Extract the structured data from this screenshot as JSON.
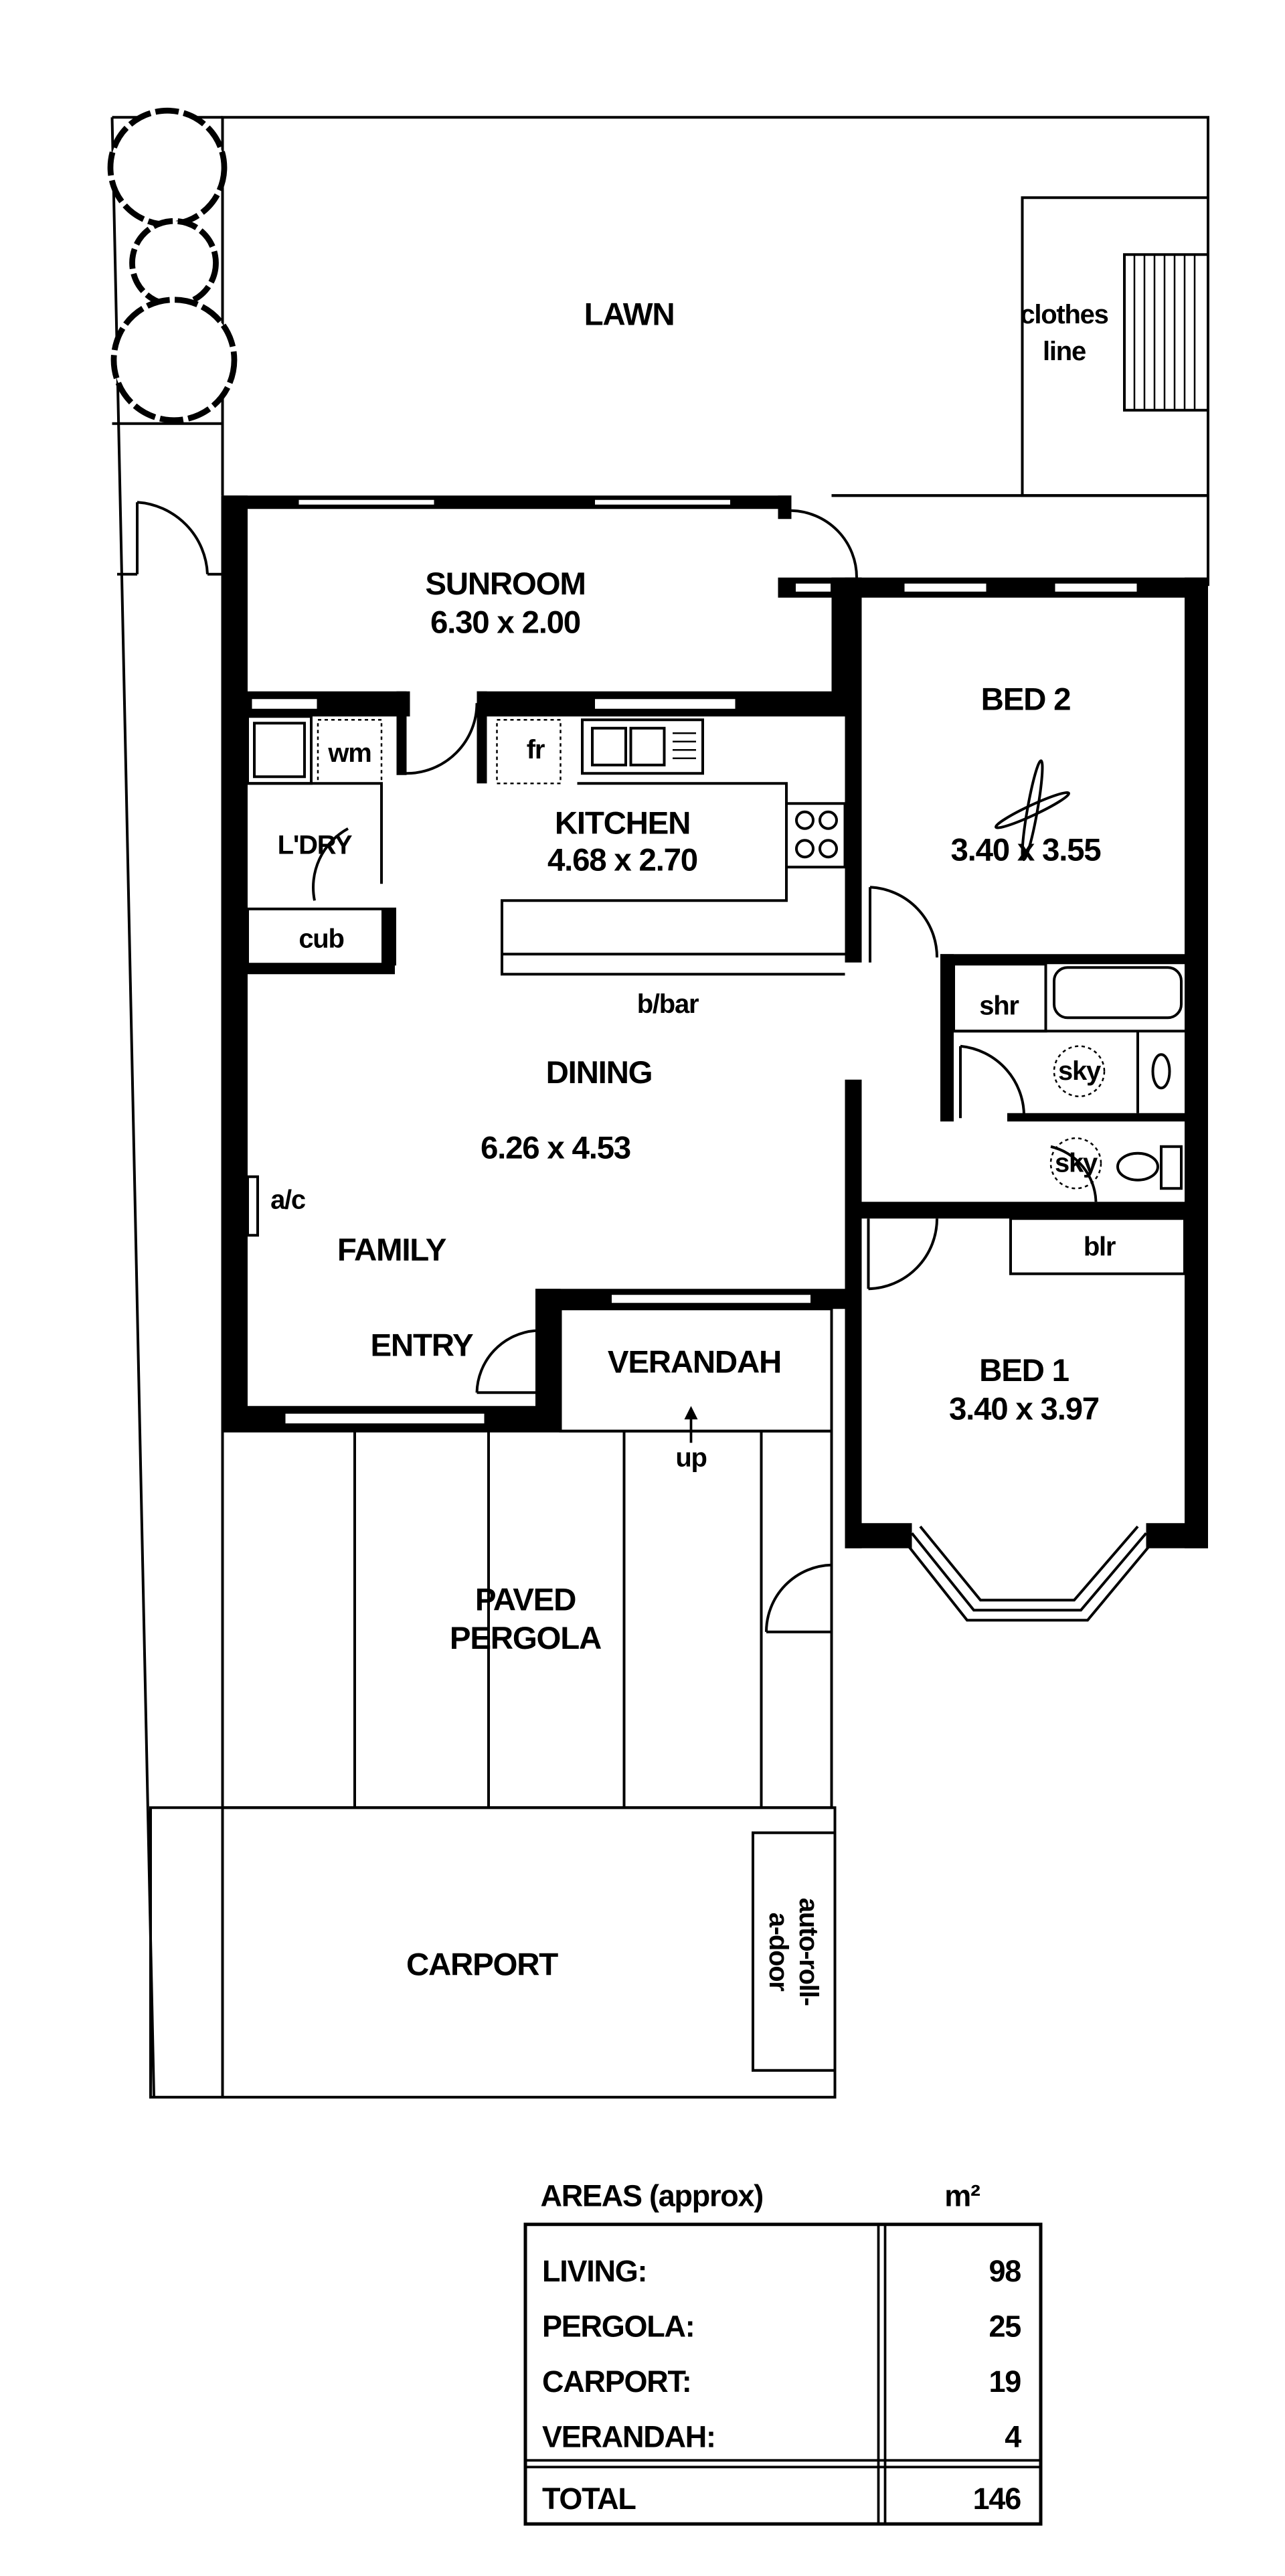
{
  "plan": {
    "lawn": "LAWN",
    "clothes_line": [
      "clothes",
      "line"
    ],
    "sunroom": {
      "name": "SUNROOM",
      "dims": "6.30 x 2.00"
    },
    "bed2": {
      "name": "BED 2",
      "dims": "3.40 x 3.55"
    },
    "kitchen": {
      "name": "KITCHEN",
      "dims": "4.68 x 2.70"
    },
    "laundry": "L'DRY",
    "wm": "wm",
    "fr": "fr",
    "cub": "cub",
    "bbar": "b/bar",
    "dining": {
      "name": "DINING",
      "dims": "6.26 x 4.53"
    },
    "ac": "a/c",
    "family": "FAMILY",
    "entry": "ENTRY",
    "verandah": "VERANDAH",
    "up": "up",
    "shr": "shr",
    "sky": "sky",
    "blr": "blr",
    "bed1": {
      "name": "BED 1",
      "dims": "3.40 x 3.97"
    },
    "pergola": [
      "PAVED",
      "PERGOLA"
    ],
    "carport": "CARPORT",
    "auto_roll": [
      "auto-roll-",
      "a-door"
    ]
  },
  "areas": {
    "title": "AREAS (approx)",
    "unit": "m²",
    "rows": [
      {
        "label": "LIVING:",
        "value": "98"
      },
      {
        "label": "PERGOLA:",
        "value": "25"
      },
      {
        "label": "CARPORT:",
        "value": "19"
      },
      {
        "label": "VERANDAH:",
        "value": "4"
      }
    ],
    "total": {
      "label": "TOTAL",
      "value": "146"
    }
  }
}
